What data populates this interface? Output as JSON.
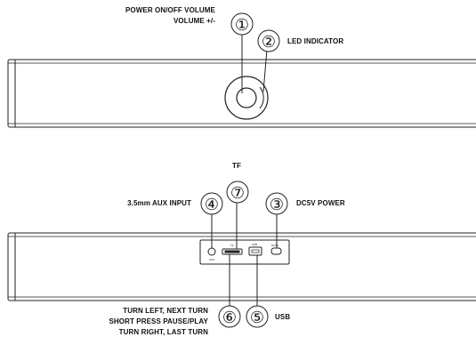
{
  "labels": {
    "power_volume_1": "POWER ON/OFF VOLUME",
    "power_volume_2": "VOLUME +/-",
    "led_indicator": "LED INDICATOR",
    "tf": "TF",
    "aux_input": "3.5mm AUX INPUT",
    "dc5v_power": "DC5V POWER",
    "turn_left": "TURN LEFT, NEXT TURN",
    "short_press": "SHORT PRESS PAUSE/PLAY",
    "turn_right": "TURN RIGHT, LAST TURN",
    "usb": "USB"
  },
  "callouts": {
    "knob": "①",
    "led": "②",
    "dc_power": "③",
    "aux": "④",
    "usb_port": "⑤",
    "tf_knob": "⑥",
    "tf_slot": "⑦"
  },
  "port_marks": {
    "aux": "AUX",
    "tf": "TF",
    "usb": "USB",
    "dc": "DC5V"
  },
  "colors": {
    "stroke": "#222222",
    "text": "#111111"
  }
}
